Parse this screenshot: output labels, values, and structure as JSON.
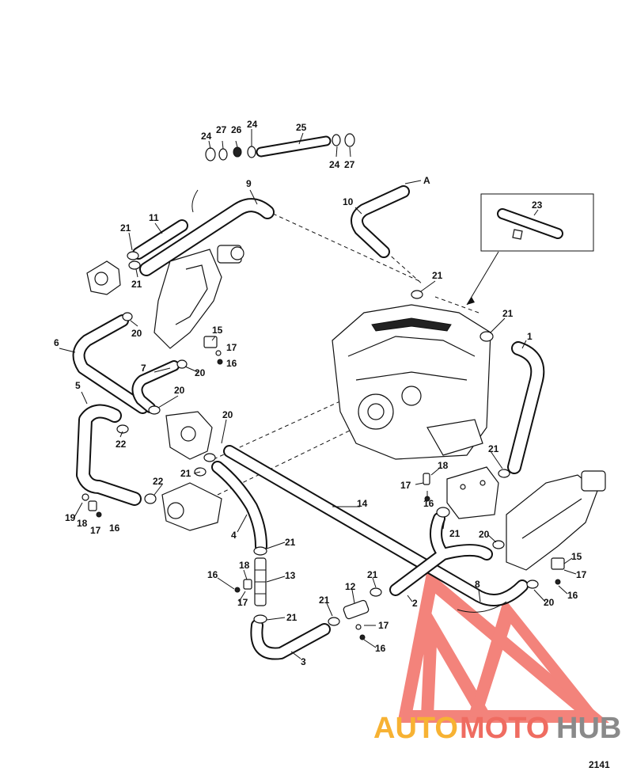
{
  "callouts": [
    {
      "id": "c24a",
      "text": "24"
    },
    {
      "id": "c27a",
      "text": "27"
    },
    {
      "id": "c26",
      "text": "26"
    },
    {
      "id": "c24b",
      "text": "24"
    },
    {
      "id": "c25",
      "text": "25"
    },
    {
      "id": "c24c",
      "text": "24"
    },
    {
      "id": "c27b",
      "text": "27"
    },
    {
      "id": "c9",
      "text": "9"
    },
    {
      "id": "cA",
      "text": "A"
    },
    {
      "id": "c10",
      "text": "10"
    },
    {
      "id": "c11",
      "text": "11"
    },
    {
      "id": "c23",
      "text": "23"
    },
    {
      "id": "c21a",
      "text": "21"
    },
    {
      "id": "c21b",
      "text": "21"
    },
    {
      "id": "c21c",
      "text": "21"
    },
    {
      "id": "c21d",
      "text": "21"
    },
    {
      "id": "c1",
      "text": "1"
    },
    {
      "id": "c20a",
      "text": "20"
    },
    {
      "id": "c15a",
      "text": "15"
    },
    {
      "id": "c17a",
      "text": "17"
    },
    {
      "id": "c16a",
      "text": "16"
    },
    {
      "id": "c6",
      "text": "6"
    },
    {
      "id": "c7",
      "text": "7"
    },
    {
      "id": "c20b",
      "text": "20"
    },
    {
      "id": "c5",
      "text": "5"
    },
    {
      "id": "c20c",
      "text": "20"
    },
    {
      "id": "c22a",
      "text": "22"
    },
    {
      "id": "c20d",
      "text": "20"
    },
    {
      "id": "c21e",
      "text": "21"
    },
    {
      "id": "c22b",
      "text": "22"
    },
    {
      "id": "c21f",
      "text": "21"
    },
    {
      "id": "c18a",
      "text": "18"
    },
    {
      "id": "c17b",
      "text": "17"
    },
    {
      "id": "c16b",
      "text": "16"
    },
    {
      "id": "c21g",
      "text": "21"
    },
    {
      "id": "c19",
      "text": "19"
    },
    {
      "id": "c18b",
      "text": "18"
    },
    {
      "id": "c17c",
      "text": "17"
    },
    {
      "id": "c16c",
      "text": "16"
    },
    {
      "id": "c14",
      "text": "14"
    },
    {
      "id": "c4",
      "text": "4"
    },
    {
      "id": "c21h",
      "text": "21"
    },
    {
      "id": "c20e",
      "text": "20"
    },
    {
      "id": "c15b",
      "text": "15"
    },
    {
      "id": "c17d",
      "text": "17"
    },
    {
      "id": "c16d",
      "text": "16"
    },
    {
      "id": "c20f",
      "text": "20"
    },
    {
      "id": "c16e",
      "text": "16"
    },
    {
      "id": "c18c",
      "text": "18"
    },
    {
      "id": "c13",
      "text": "13"
    },
    {
      "id": "c17e",
      "text": "17"
    },
    {
      "id": "c21i",
      "text": "21"
    },
    {
      "id": "c12",
      "text": "12"
    },
    {
      "id": "c21j",
      "text": "21"
    },
    {
      "id": "c21k",
      "text": "21"
    },
    {
      "id": "c17f",
      "text": "17"
    },
    {
      "id": "c2",
      "text": "2"
    },
    {
      "id": "c8",
      "text": "8"
    },
    {
      "id": "c16f",
      "text": "16"
    },
    {
      "id": "c3",
      "text": "3"
    }
  ],
  "watermark": {
    "part1": "AUTO",
    "part2": "MOTO",
    "part3": "HUB",
    "color1": "#f7b233",
    "color2": "#ef6c61",
    "color3": "#8a8a8a",
    "logo_color": "#f05a50"
  },
  "drawing_number": "2141"
}
